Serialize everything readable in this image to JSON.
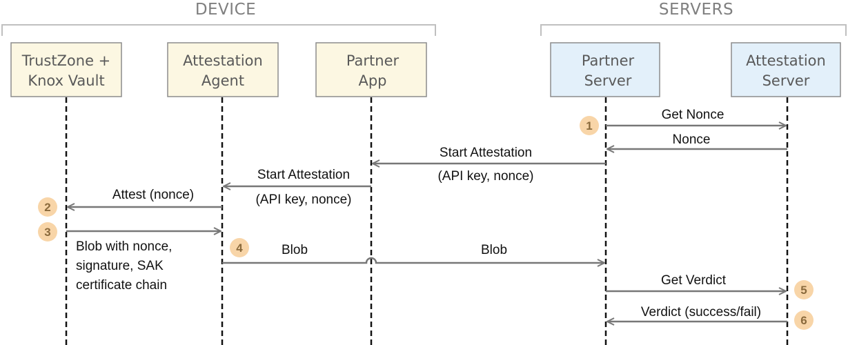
{
  "groups": [
    {
      "id": "device",
      "label": "DEVICE"
    },
    {
      "id": "servers",
      "label": "SERVERS"
    }
  ],
  "actors": [
    {
      "id": "tz",
      "lines": [
        "TrustZone +",
        "Knox Vault"
      ],
      "kind": "device"
    },
    {
      "id": "agent",
      "lines": [
        "Attestation",
        "Agent"
      ],
      "kind": "device"
    },
    {
      "id": "app",
      "lines": [
        "Partner",
        "App"
      ],
      "kind": "device"
    },
    {
      "id": "pserver",
      "lines": [
        "Partner",
        "Server"
      ],
      "kind": "server"
    },
    {
      "id": "aserver",
      "lines": [
        "Attestation",
        "Server"
      ],
      "kind": "server"
    }
  ],
  "messages": [
    {
      "from": "pserver",
      "to": "aserver",
      "lines": [
        "Get Nonce"
      ]
    },
    {
      "from": "aserver",
      "to": "pserver",
      "lines": [
        "Nonce"
      ]
    },
    {
      "from": "pserver",
      "to": "app",
      "lines": [
        "Start Attestation",
        "(API key, nonce)"
      ]
    },
    {
      "from": "app",
      "to": "agent",
      "lines": [
        "Start Attestation",
        "(API key, nonce)"
      ]
    },
    {
      "from": "agent",
      "to": "tz",
      "lines": [
        "Attest (nonce)"
      ]
    },
    {
      "from": "tz",
      "to": "agent",
      "lines": [
        "Blob with nonce,",
        "signature, SAK",
        "certificate chain"
      ]
    },
    {
      "from": "agent",
      "to": "pserver",
      "lines": [
        "Blob",
        "Blob"
      ]
    },
    {
      "from": "pserver",
      "to": "aserver",
      "lines": [
        "Get Verdict"
      ]
    },
    {
      "from": "aserver",
      "to": "pserver",
      "lines": [
        "Verdict (success/fail)"
      ]
    }
  ],
  "steps": [
    "1",
    "2",
    "3",
    "4",
    "5",
    "6"
  ],
  "colors": {
    "device_box_fill": "#fcf7e2",
    "server_box_fill": "#e3f0fa",
    "box_border": "#8c8c8c",
    "arrow": "#777777",
    "bracket": "#bfbfbf",
    "step_badge": "#f8d5a8",
    "lifeline": "#111111"
  }
}
